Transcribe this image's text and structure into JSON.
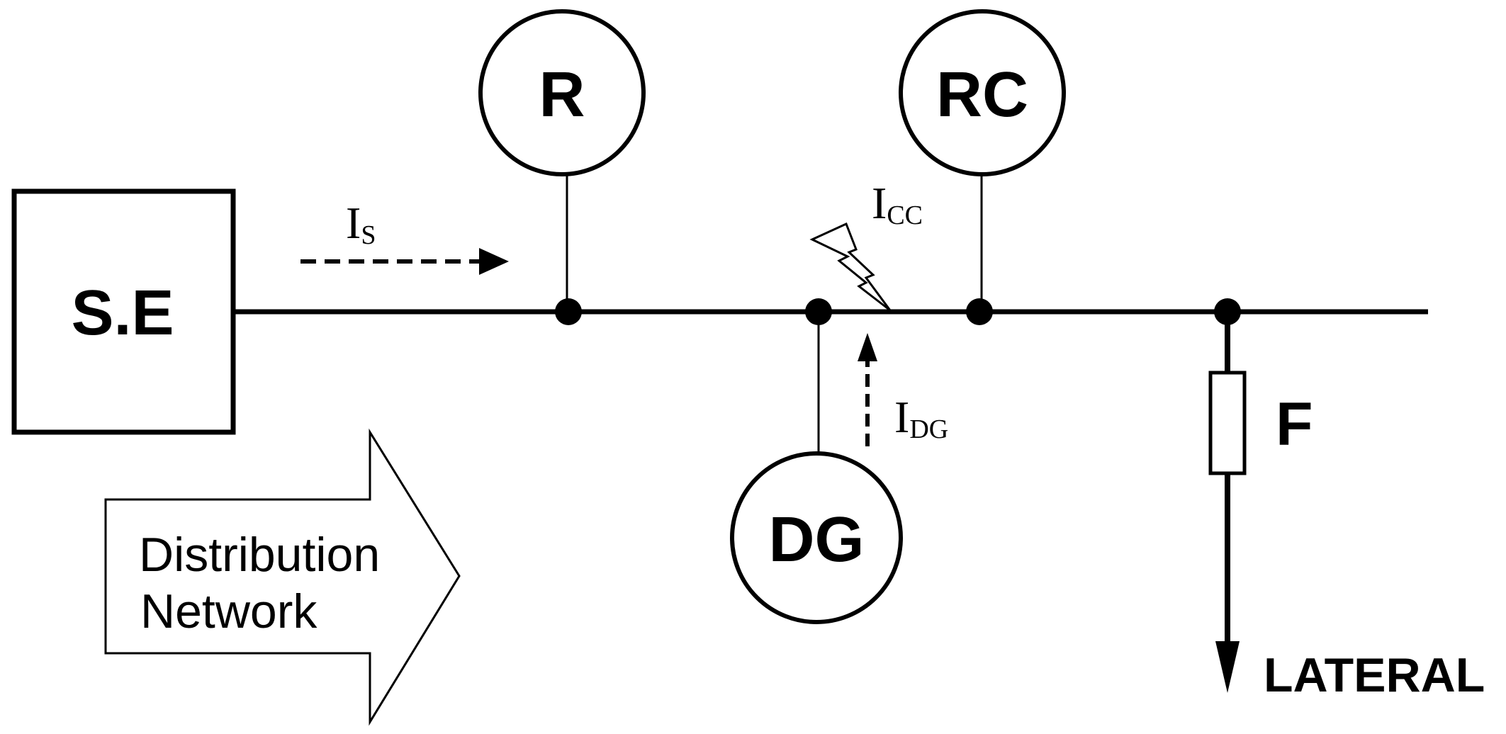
{
  "substation": {
    "label": "S.E"
  },
  "devices": {
    "r": {
      "label": "R"
    },
    "rc": {
      "label": "RC"
    },
    "dg": {
      "label": "DG"
    }
  },
  "fuse": {
    "label": "F"
  },
  "lateral": {
    "label": "LATERAL"
  },
  "network_arrow": {
    "line1": "Distribution",
    "line2": "Network"
  },
  "currents": {
    "i_s": {
      "symbol": "I",
      "subscript": "S"
    },
    "i_cc": {
      "symbol": "I",
      "subscript": "CC"
    },
    "i_dg": {
      "symbol": "I",
      "subscript": "DG"
    }
  }
}
